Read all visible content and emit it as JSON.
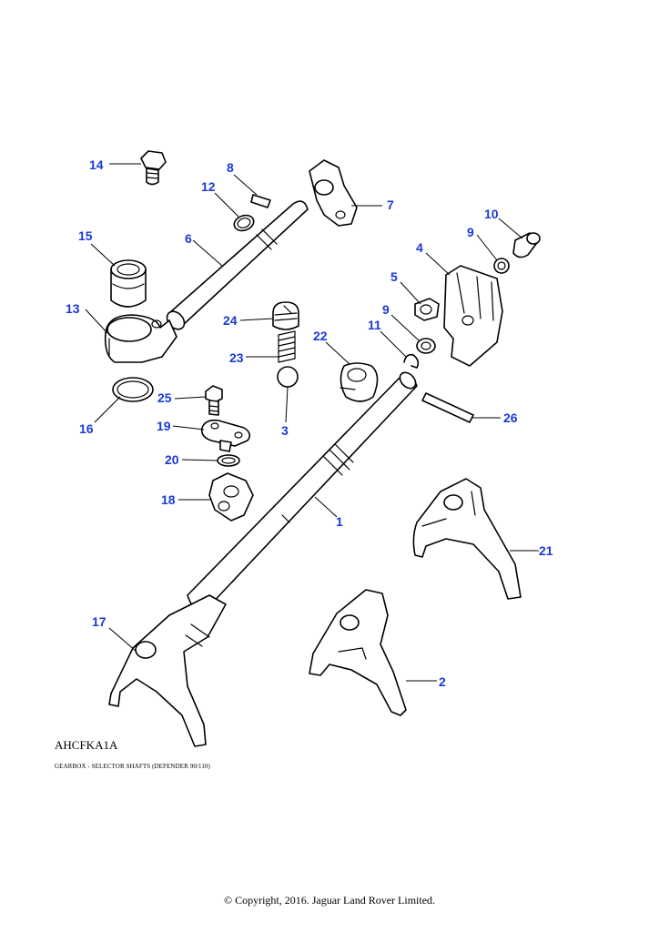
{
  "diagram": {
    "reference": "AHCFKA1A",
    "caption": "GEARBOX - SELECTOR SHAFTS (DEFENDER 90/110)",
    "copyright": "© Copyright, 2016. Jaguar Land Rover Limited.",
    "callout_color": "#1a3ad6",
    "parts": [
      {
        "id": "part-1",
        "label": "1"
      },
      {
        "id": "part-2",
        "label": "2"
      },
      {
        "id": "part-3",
        "label": "3"
      },
      {
        "id": "part-4",
        "label": "4"
      },
      {
        "id": "part-5",
        "label": "5"
      },
      {
        "id": "part-6",
        "label": "6"
      },
      {
        "id": "part-7",
        "label": "7"
      },
      {
        "id": "part-8",
        "label": "8"
      },
      {
        "id": "part-9a",
        "label": "9"
      },
      {
        "id": "part-9b",
        "label": "9"
      },
      {
        "id": "part-10",
        "label": "10"
      },
      {
        "id": "part-11",
        "label": "11"
      },
      {
        "id": "part-12",
        "label": "12"
      },
      {
        "id": "part-13",
        "label": "13"
      },
      {
        "id": "part-14",
        "label": "14"
      },
      {
        "id": "part-15",
        "label": "15"
      },
      {
        "id": "part-16",
        "label": "16"
      },
      {
        "id": "part-17",
        "label": "17"
      },
      {
        "id": "part-18",
        "label": "18"
      },
      {
        "id": "part-19",
        "label": "19"
      },
      {
        "id": "part-20",
        "label": "20"
      },
      {
        "id": "part-21",
        "label": "21"
      },
      {
        "id": "part-22",
        "label": "22"
      },
      {
        "id": "part-23",
        "label": "23"
      },
      {
        "id": "part-24",
        "label": "24"
      },
      {
        "id": "part-25",
        "label": "25"
      },
      {
        "id": "part-26",
        "label": "26"
      }
    ]
  }
}
